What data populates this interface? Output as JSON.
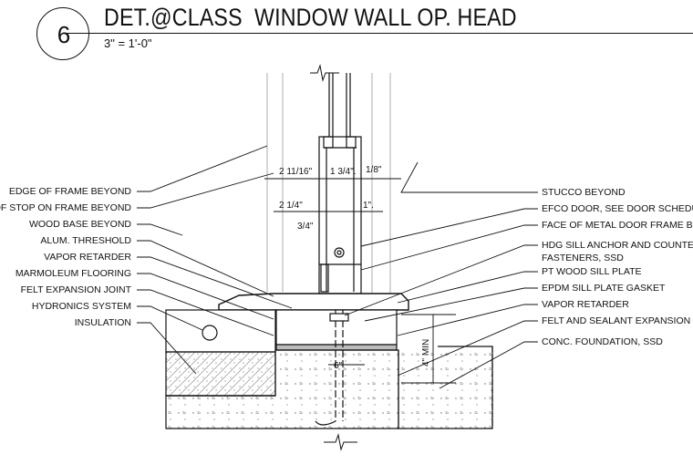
{
  "header": {
    "detail_number": "6",
    "title": "DET.@CLASS  WINDOW WALL OP. HEAD",
    "scale": "3\" = 1'-0\""
  },
  "callouts_left": [
    "EDGE OF FRAME BEYOND",
    "EDGE OF STOP ON FRAME BEYOND",
    "WOOD BASE BEYOND",
    "ALUM. THRESHOLD",
    "VAPOR RETARDER",
    "MARMOLEUM FLOORING",
    "FELT EXPANSION JOINT",
    "HYDRONICS SYSTEM",
    "INSULATION"
  ],
  "callouts_right": [
    "STUCCO BEYOND",
    "EFCO DOOR, SEE DOOR SCHEDULE",
    "FACE OF METAL DOOR FRAME BEYOND",
    "HDG SILL ANCHOR AND COUNTERSUNK",
    "FASTENERS, SSD",
    "PT WOOD SILL PLATE",
    "EPDM SILL PLATE GASKET",
    "VAPOR RETARDER",
    "FELT AND SEALANT EXPANSION JOINT",
    "CONC. FOUNDATION, SSD"
  ],
  "dimensions": {
    "d1": "2 11/16\"",
    "d2": "1 3/4\".",
    "d3": "1/8\"",
    "d4": "2 1/4\"",
    "d5": "1\".",
    "d6": "3/4\"",
    "d7": "6\"",
    "d8": "4\" MIN"
  }
}
